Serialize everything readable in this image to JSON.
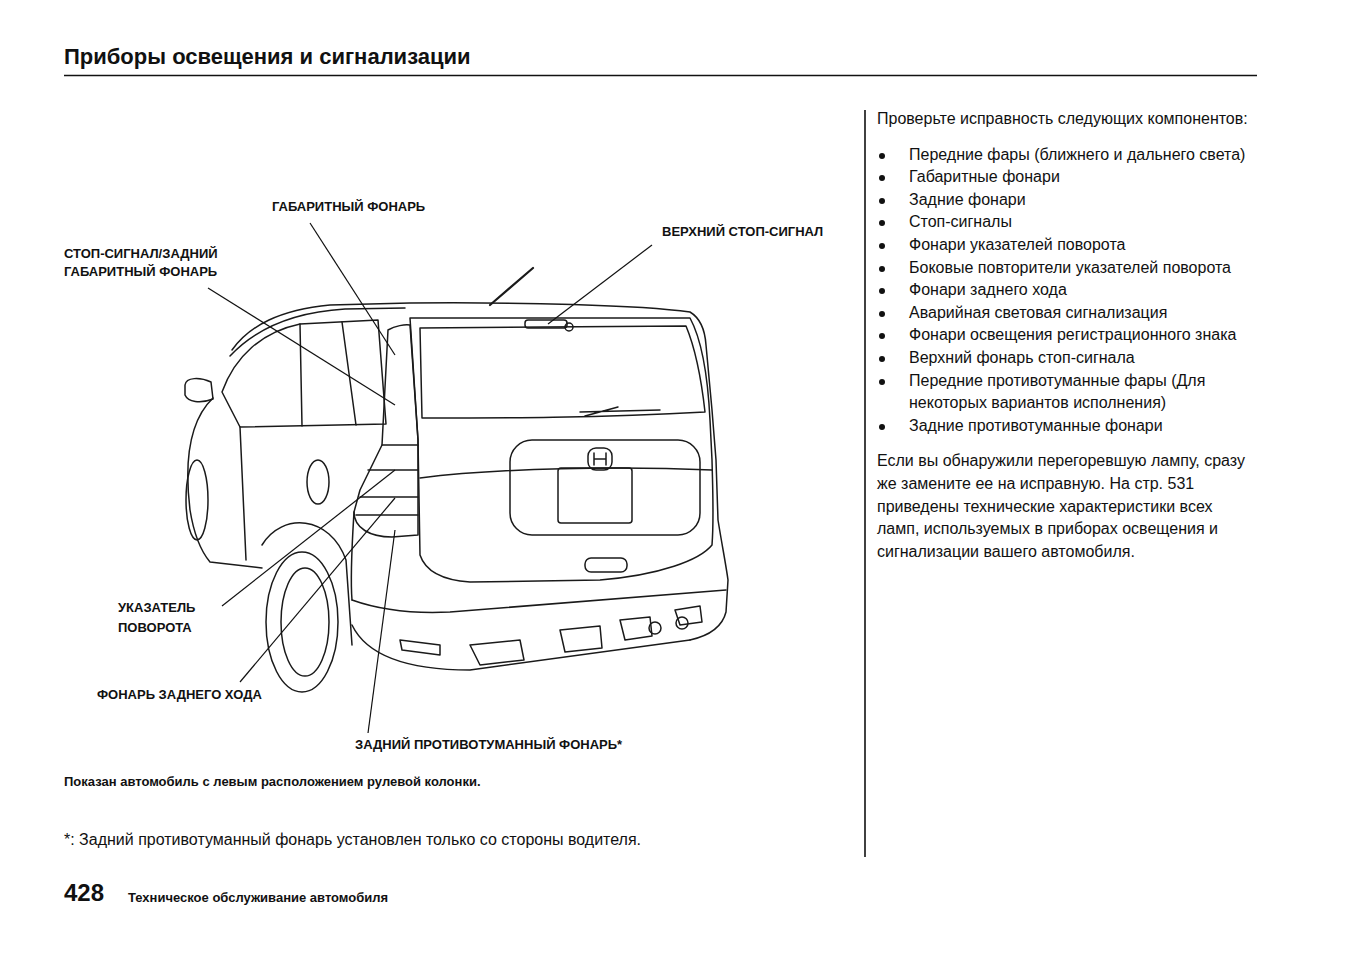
{
  "diagram": {
    "title": "Приборы освещения и сигнализации",
    "caption": "Показан автомобиль с левым расположением рулевой колонки.",
    "labels": [
      "ГАБАРИТНЫЙ ФОНАРЬ",
      "СТОП-СИГНАЛ/ЗАДНИЙ ГАБАРИТНЫЙ ФОНАРЬ",
      "ВЕРХНИЙ СТОП-СИГНАЛ",
      "УКАЗАТЕЛЬ ПОВОРОТА",
      "ФОНАРЬ ЗАДНЕГО ХОДА",
      "ЗАДНИЙ ПРОТИВОТУМАННЫЙ ФОНАРЬ*",
      "*: Задний противотуманный фонарь установлен только со стороны водителя.",
      "Проверьте исправность следующих компонентов:",
      "Передние фары (ближнего и дальнего света)",
      "Габаритные фонари",
      "Задние фонари",
      "Стоп-сигналы",
      "Фонари указателей поворота",
      "Боковые повторители указателей поворота",
      "Фонари заднего хода",
      "Аварийная световая сигнализация",
      "Фонари освещения регистрационного знака",
      "Верхний фонарь стоп-сигнала",
      "Передние противотуманные фары (Для некоторых вариантов исполнения)",
      "Задние противотуманные фонари",
      "Если вы обнаружили перегоревшую лампу, сразу же замените ее на исправную. На стр. 531 приведены технические характеристики всех ламп, используемых в приборах освещения и сигнализации вашего автомобиля.",
      "428",
      "Техническое обслуживание автомобиля"
    ]
  }
}
